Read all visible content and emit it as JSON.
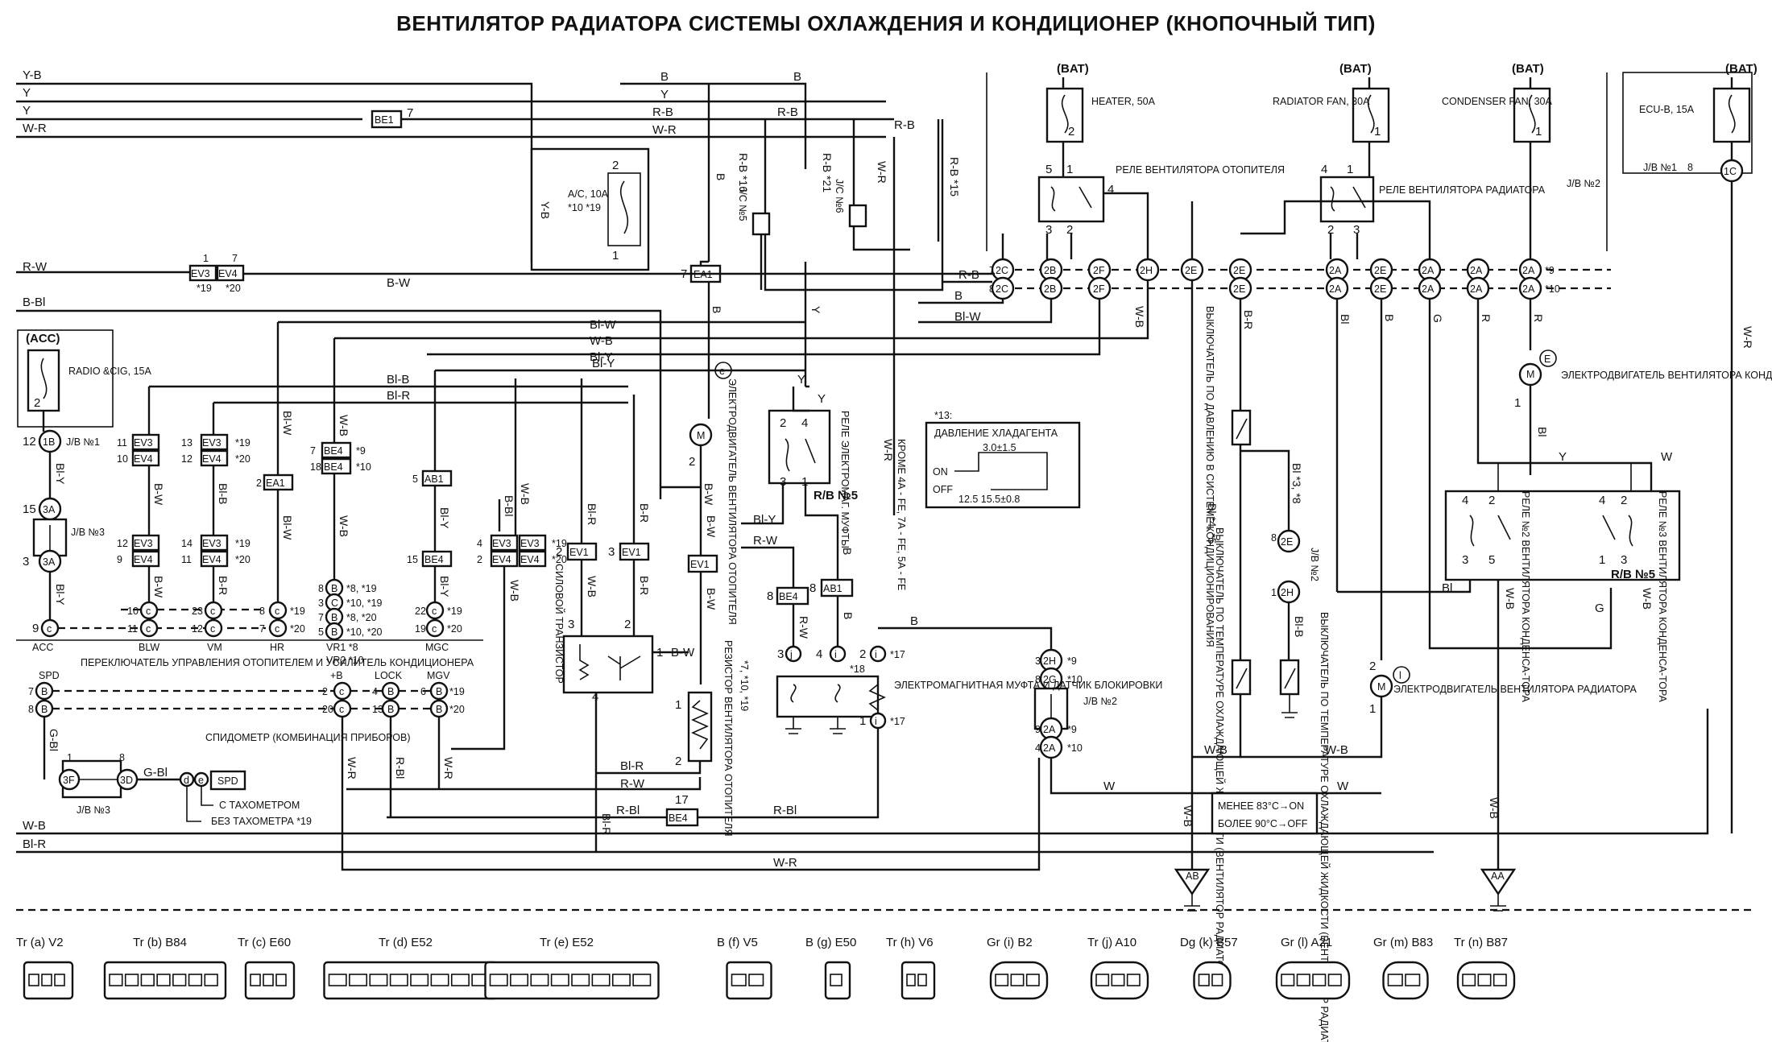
{
  "title": "ВЕНТИЛЯТОР РАДИАТОРА СИСТЕМЫ ОХЛАЖДЕНИЯ И КОНДИЦИОНЕР (КНОПОЧНЫЙ ТИП)",
  "left_wires": [
    "Y-B",
    "Y",
    "Y",
    "W-R",
    "R-W",
    "B-Bl",
    "W-B",
    "Bl-R"
  ],
  "power": {
    "bat": "(BAT)",
    "acc": "(ACC)",
    "heater_fuse": "HEATER, 50A",
    "radiator_fuse": "RADIATOR FAN, 30A",
    "condenser_fuse": "CONDENSER FAN, 30A",
    "ecu_fuse": "ECU-B, 15A",
    "ac_fuse": "A/C, 10A",
    "ac_notes": "*10  *19",
    "radio_fuse": "RADIO &CIG, 15A",
    "jb1": "J/B №1",
    "jb2": "J/B №2",
    "jb3": "J/B №3"
  },
  "relays": {
    "heater_fan": "РЕЛЕ ВЕНТИЛЯТОРА ОТОПИТЕЛЯ",
    "radiator_fan": "РЕЛЕ ВЕНТИЛЯТОРА РАДИАТОРА",
    "magnetic_clutch": "РЕЛЕ ЭЛЕКТРОМАГ. МУФТЫ",
    "condenser_fan_2": "РЕЛЕ №2 ВЕНТИЛЯТОРА КОНДЕНСА-ТОРА",
    "condenser_fan_3": "РЕЛЕ №3 ВЕНТИЛЯТОРА КОНДЕНСА-ТОРА",
    "rb5": "R/B №5"
  },
  "components": {
    "blower_motor": "ЭЛЕКТРОДВИГАТЕЛЬ ВЕНТИЛЯТОРА ОТОПИТЕЛЯ",
    "condenser_motor": "ЭЛЕКТРОДВИГАТЕЛЬ ВЕНТИЛЯТОРА КОНДЕНСАТОРА",
    "radiator_motor": "ЭЛЕКТРОДВИГАТЕЛЬ ВЕНТИЛЯТОРА РАДИАТОРА",
    "pressure_switch": "ВЫКЛЮЧАТЕЛЬ ПО ДАВЛЕНИЮ В СИСТЕМЕ КОНДИЦИОНИРОВАНИЯ",
    "coolant_switch_1": "ВЫКЛЮЧАТЕЛЬ ПО ТЕМПЕРАТУРЕ ОХЛАЖДАЮЩЕЙ ЖИДКОСТИ (ВЕНТИЛЯТОР РАДИАТОРА)",
    "coolant_switch_2": "ВЫКЛЮЧАТЕЛЬ ПО ТЕМПЕРАТУРЕ ОХЛАЖДАЮЩЕЙ ЖИДКОСТИ (ВЕНТИЛЯТОР РАДИАТОРА)",
    "power_transistor": "СИЛОВОЙ ТРАНЗИСТОР",
    "blower_resistor": "РЕЗИСТОР ВЕНТИЛЯТОРА ОТОПИТЕЛЯ",
    "clutch_sensor": "ЭЛЕКТРОМАГНИТНАЯ МУФТА И ДАТЧИК БЛОКИРОВКИ",
    "ac_control": "ПЕРЕКЛЮЧАТЕЛЬ УПРАВЛЕНИЯ ОТОПИТЕЛЕМ И УСИЛИТЕЛЬ КОНДИЦИОНЕРА",
    "speedometer": "СПИДОМЕТР (КОМБИНАЦИЯ ПРИБОРОВ)",
    "with_tacho": "С ТАХОМЕТРОМ",
    "without_tacho": "БЕЗ ТАХОМЕТРА *19",
    "spd": "SPD",
    "jc5": "J/C №5",
    "jc6": "J/C №6",
    "engines_note": "КРОМЕ 4А - FE, 7А - FE, 5А - FE"
  },
  "pressure_chart": {
    "note": "*13:",
    "title": "ДАВЛЕНИЕ ХЛАДАГЕНТА",
    "on": "ON",
    "off": "OFF",
    "top": "3.0±1.5",
    "bottom": "12.5  15.5±0.8"
  },
  "temp_box": {
    "line1": "МЕНЕЕ 83°С→ON",
    "line2": "БОЛЕЕ 90°С→OFF"
  },
  "control_terminals": [
    "ACC",
    "BLW",
    "VM",
    "HR",
    "VR1 *8",
    "VR2 *10",
    "MGC",
    "SPD",
    "+B",
    "LOCK",
    "MGV"
  ],
  "grounds": [
    "AB",
    "AA"
  ],
  "connectors": [
    {
      "type": "Tr",
      "letter": "a",
      "code": "V2"
    },
    {
      "type": "Tr",
      "letter": "b",
      "code": "B84"
    },
    {
      "type": "Tr",
      "letter": "c",
      "code": "E60"
    },
    {
      "type": "Tr",
      "letter": "d",
      "code": "E52"
    },
    {
      "type": "Tr",
      "letter": "e",
      "code": "E52"
    },
    {
      "type": "B",
      "letter": "f",
      "code": "V5"
    },
    {
      "type": "B",
      "letter": "g",
      "code": "E50"
    },
    {
      "type": "Tr",
      "letter": "h",
      "code": "V6"
    },
    {
      "type": "Gr",
      "letter": "i",
      "code": "B2"
    },
    {
      "type": "Tr",
      "letter": "j",
      "code": "A10"
    },
    {
      "type": "Dg",
      "letter": "k",
      "code": "B57"
    },
    {
      "type": "Gr",
      "letter": "l",
      "code": "A21"
    },
    {
      "type": "Gr",
      "letter": "m",
      "code": "B83"
    },
    {
      "type": "Tr",
      "letter": "n",
      "code": "B87"
    }
  ]
}
